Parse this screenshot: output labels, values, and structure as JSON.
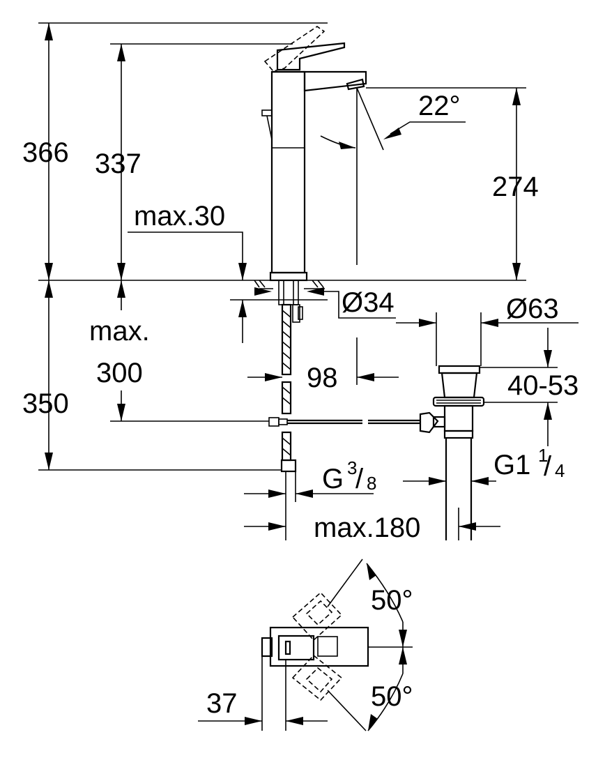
{
  "dimensions": {
    "total_height_overall": "366",
    "total_height_body": "337",
    "spout_height": "274",
    "spout_angle": "22°",
    "max_deck_thickness": "max.30",
    "max_below_label_line1": "max.",
    "max_below_label_line2": "300",
    "below_deck_height": "350",
    "hole_diameter": "Ø34",
    "waste_diameter": "Ø63",
    "projection_waste": "98",
    "waste_range": "40-53",
    "hose_thread_main": "G",
    "hose_thread_num": "3",
    "hose_thread_den": "8",
    "waste_thread_main": "G1",
    "waste_thread_num": "1",
    "waste_thread_den": "4",
    "max_waste_distance": "max.180",
    "lever_angle_top": "50°",
    "lever_angle_bottom": "50°",
    "plan_offset": "37"
  },
  "colors": {
    "line": "#000000",
    "background": "#ffffff"
  }
}
